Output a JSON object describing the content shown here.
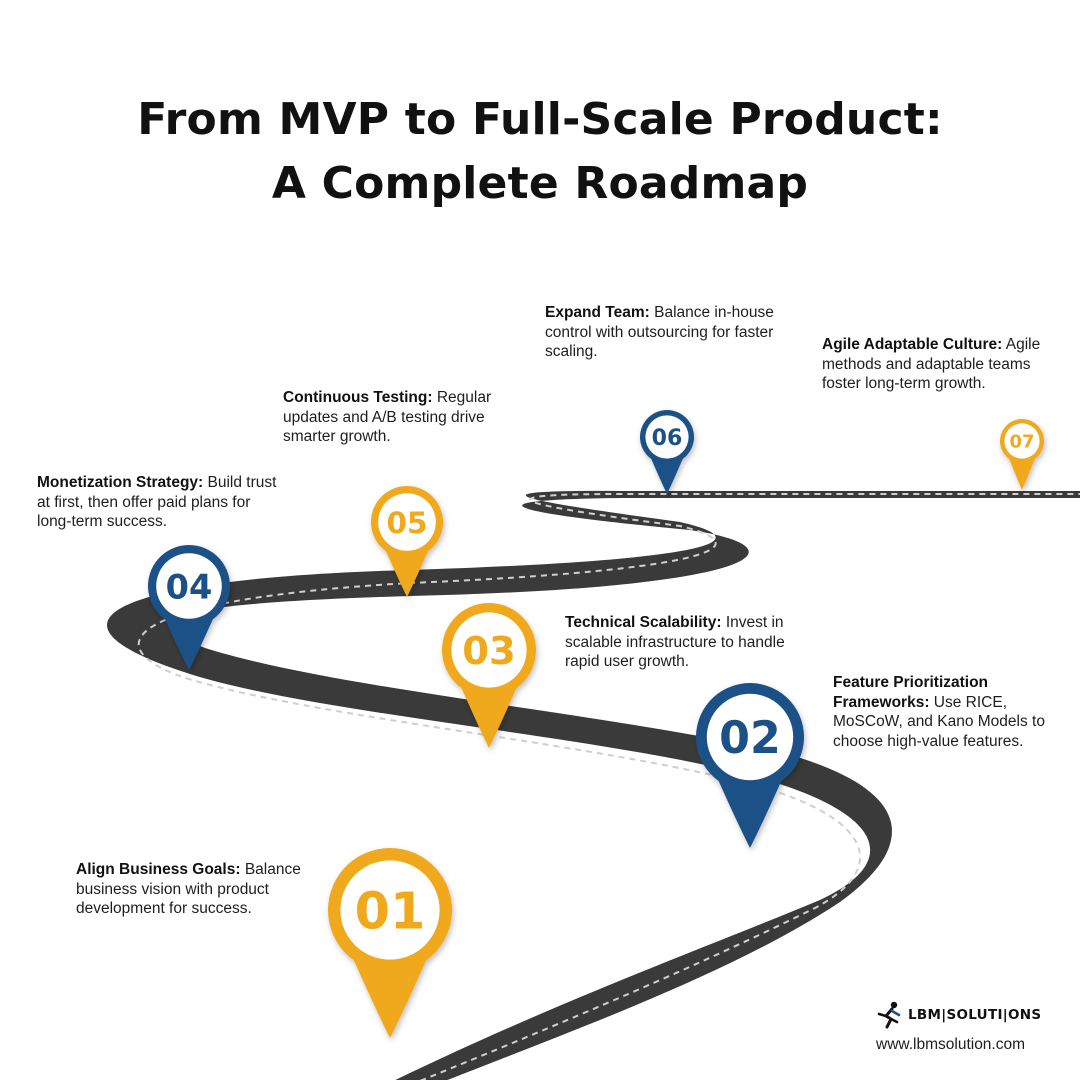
{
  "title": {
    "line1": "From MVP to Full-Scale Product:",
    "line2": "A Complete Roadmap"
  },
  "colors": {
    "road": "#3a3a3a",
    "road_dash": "#d0d0d0",
    "orange": "#f0a81c",
    "blue": "#1c5188",
    "text": "#1e1e1e",
    "background": "#ffffff"
  },
  "steps": [
    {
      "number": "01",
      "color": "orange",
      "heading": "Align Business Goals:",
      "text": "Balance business vision with product development for success."
    },
    {
      "number": "02",
      "color": "blue",
      "heading": "Feature Prioritization Frameworks:",
      "text": "Use RICE, MoSCoW, and Kano Models to choose high-value features."
    },
    {
      "number": "03",
      "color": "orange",
      "heading": "Technical Scalability:",
      "text": "Invest in scalable infrastructure to handle rapid user growth."
    },
    {
      "number": "04",
      "color": "blue",
      "heading": "Monetization Strategy:",
      "text": "Build trust at first, then offer paid plans for long-term success."
    },
    {
      "number": "05",
      "color": "orange",
      "heading": "Continuous Testing:",
      "text": "Regular updates and A/B testing drive smarter growth."
    },
    {
      "number": "06",
      "color": "blue",
      "heading": "Expand Team:",
      "text": "Balance in-house control with outsourcing for faster scaling."
    },
    {
      "number": "07",
      "color": "orange",
      "heading": "Agile Adaptable Culture:",
      "text": "Agile methods and adaptable teams foster long-term growth."
    }
  ],
  "brand": {
    "name": "LBM|SOLUTI|ONS",
    "url": "www.lbmsolution.com"
  }
}
